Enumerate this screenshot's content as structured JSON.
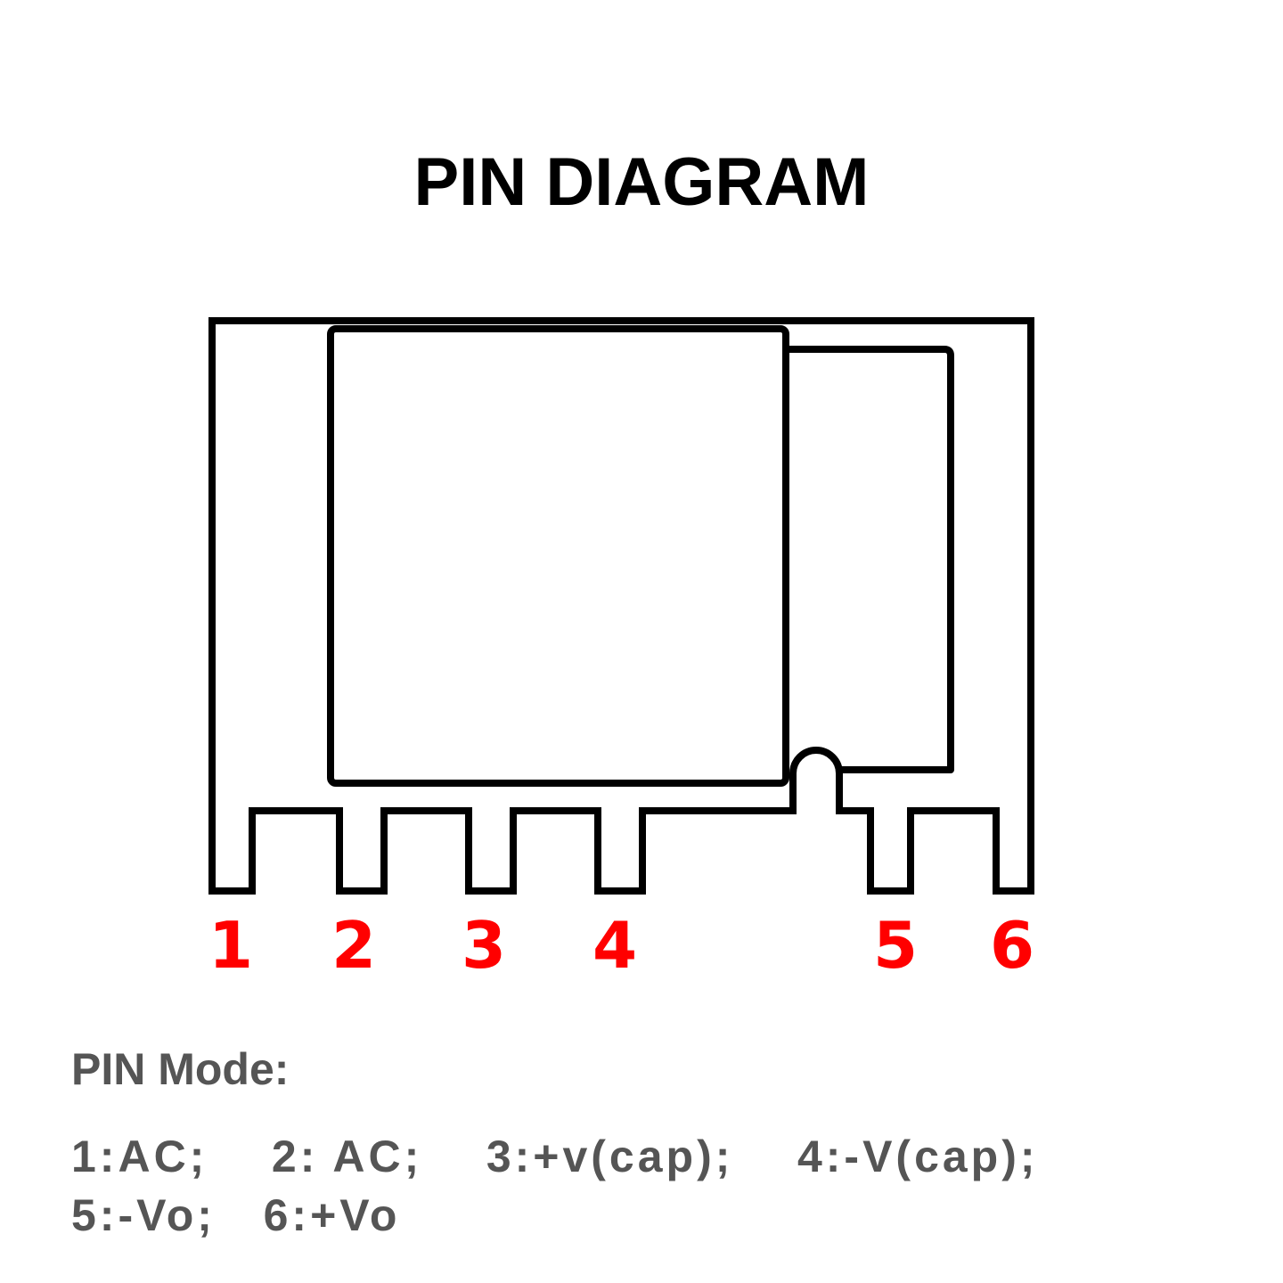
{
  "title": "PIN DIAGRAM",
  "colors": {
    "outline": "#000000",
    "pin_number": "#ff0000",
    "legend_text": "#555555"
  },
  "pins": [
    {
      "number": "1"
    },
    {
      "number": "2"
    },
    {
      "number": "3"
    },
    {
      "number": "4"
    },
    {
      "number": "5"
    },
    {
      "number": "6"
    }
  ],
  "pin_mode": {
    "heading": "PIN Mode:",
    "line1": "1:AC;    2: AC;    3:+v(cap);    4:-V(cap);",
    "line2": "5:-Vo;   6:+Vo"
  }
}
